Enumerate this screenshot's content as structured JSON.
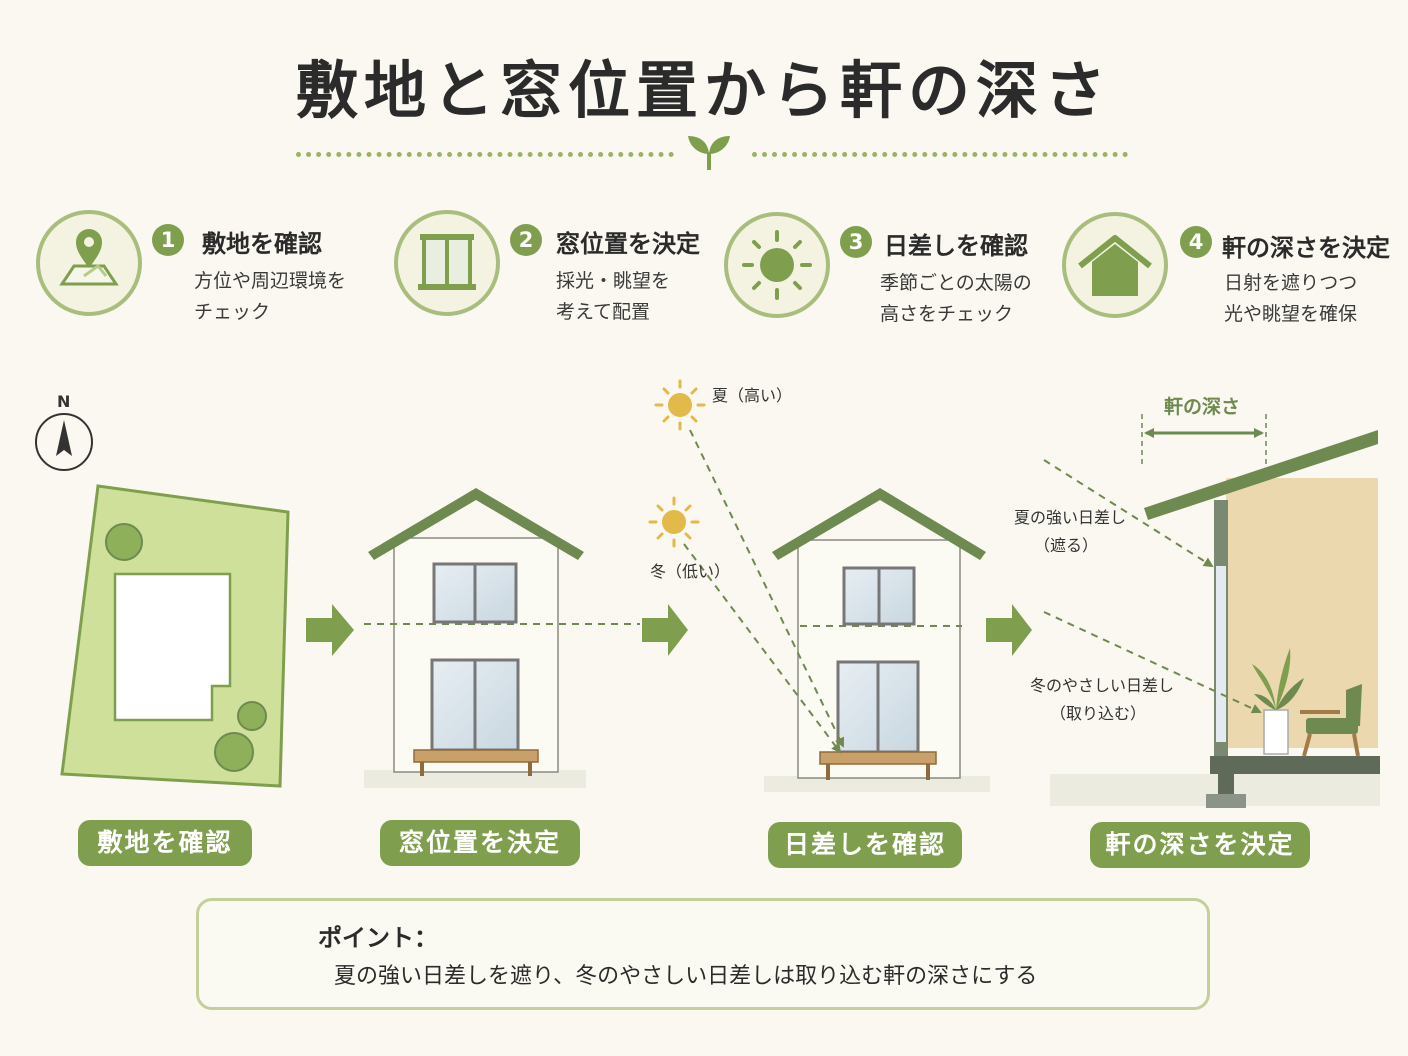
{
  "title": "敷地と窓位置から軒の深さ",
  "steps": [
    {
      "num": "1",
      "title": "敷地を確認",
      "desc1": "方位や周辺環境を",
      "desc2": "チェック",
      "icon": "map-pin-icon"
    },
    {
      "num": "2",
      "title": "窓位置を決定",
      "desc1": "採光・眺望を",
      "desc2": "考えて配置",
      "icon": "window-icon"
    },
    {
      "num": "3",
      "title": "日差しを確認",
      "desc1": "季節ごとの太陽の",
      "desc2": "高さをチェック",
      "icon": "sun-icon"
    },
    {
      "num": "4",
      "title": "軒の深さを決定",
      "desc1": "日射を遮りつつ",
      "desc2": "光や眺望を確保",
      "icon": "house-icon"
    }
  ],
  "compass": {
    "label": "N"
  },
  "sun_labels": {
    "summer": "夏（高い）",
    "winter": "冬（低い）"
  },
  "eave": {
    "depth_label": "軒の深さ",
    "summer_line1": "夏の強い日差し",
    "summer_line2": "（遮る）",
    "winter_line1": "冬のやさしい日差し",
    "winter_line2": "（取り込む）"
  },
  "pills": [
    "敷地を確認",
    "窓位置を決定",
    "日差しを確認",
    "軒の深さを決定"
  ],
  "point": {
    "title": "ポイント：",
    "text": "夏の強い日差しを遮り、冬のやさしい日差しは取り込む軒の深さにする",
    "icon": "lightbulb-icon"
  },
  "colors": {
    "accent": "#7f9f4e",
    "roof": "#6e8a50",
    "lot": "#cfe09b",
    "sun": "#e3b94a",
    "background": "#faf8f0"
  }
}
